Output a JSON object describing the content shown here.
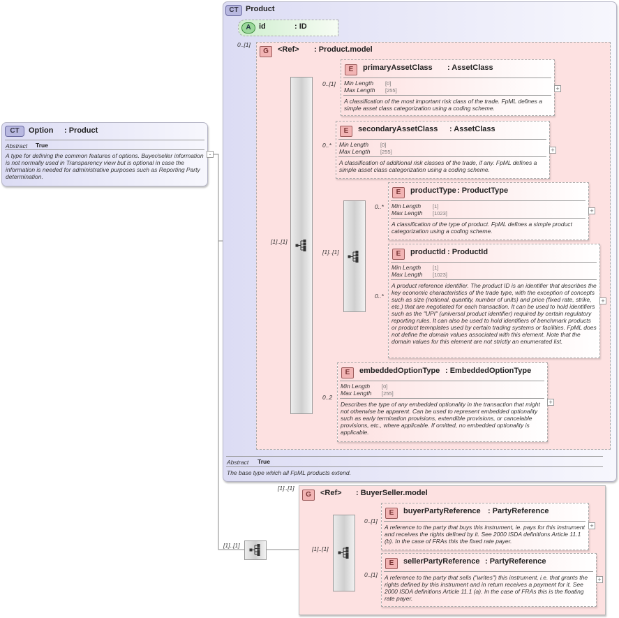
{
  "option": {
    "badge": "CT",
    "name": "Option",
    "type": ": Product",
    "abstract_label": "Abstract",
    "abstract_value": "True",
    "description": "A type for defining the common features of options. Buyer/seller information is not normally used in Transparency view but is optional in case the information is needed for administrative purposes such as Reporting Party determination."
  },
  "product": {
    "badge": "CT",
    "name": "Product",
    "attribute": {
      "badge": "A",
      "name": "id",
      "type": ": ID",
      "occurrence": "0..[1]"
    },
    "group": {
      "badge": "G",
      "ref": "<Ref>",
      "name": ": Product.model"
    },
    "abstract_label": "Abstract",
    "abstract_value": "True",
    "description": "The base type which all FpML products extend."
  },
  "product_model": {
    "seq_occurrence": "[1]..[1]",
    "choice_occurrence": "[1]..[1]",
    "elements": [
      {
        "badge": "E",
        "name": "primaryAssetClass",
        "type": ": AssetClass",
        "occurrence": "0..[1]",
        "facets": [
          {
            "label": "Min Length",
            "value": "[0]"
          },
          {
            "label": "Max Length",
            "value": "[255]"
          }
        ],
        "description": "A classification of the most important risk class of the trade. FpML defines a simple asset class categorization using a coding scheme."
      },
      {
        "badge": "E",
        "name": "secondaryAssetClass",
        "type": ": AssetClass",
        "occurrence": "0..*",
        "facets": [
          {
            "label": "Min Length",
            "value": "[0]"
          },
          {
            "label": "Max Length",
            "value": "[255]"
          }
        ],
        "description": "A classification of additional risk classes of the trade, if any. FpML defines a simple asset class categorization using a coding scheme."
      },
      {
        "badge": "E",
        "name": "productType",
        "type": ": ProductType",
        "occurrence": "0..*",
        "facets": [
          {
            "label": "Min Length",
            "value": "[1]"
          },
          {
            "label": "Max Length",
            "value": "[1023]"
          }
        ],
        "description": "A classification of the type of product. FpML defines a simple product categorization using a coding scheme."
      },
      {
        "badge": "E",
        "name": "productId",
        "type": ": ProductId",
        "occurrence": "0..*",
        "facets": [
          {
            "label": "Min Length",
            "value": "[1]"
          },
          {
            "label": "Max Length",
            "value": "[1023]"
          }
        ],
        "description": "A product reference identifier. The product ID is an identifier that describes the key economic characteristics of the trade type, with the exception of concepts such as size (notional, quantity, number of units) and price (fixed rate, strike, etc.) that are negotiated for each transaction. It can be used to hold identifiers such as the \"UPI\" (universal product identifier) required by certain regulatory reporting rules. It can also be used to hold identifiers of benchmark products or product temnplates used by certain trading systems or facilities. FpML does not define the domain values associated with this element. Note that the domain values for this element are not strictly an enumerated list."
      },
      {
        "badge": "E",
        "name": "embeddedOptionType",
        "type": ": EmbeddedOptionType",
        "occurrence": "0..2",
        "facets": [
          {
            "label": "Min Length",
            "value": "[0]"
          },
          {
            "label": "Max Length",
            "value": "[255]"
          }
        ],
        "description": "Describes the type of any embedded optionality in the transaction that might not otherwise be apparent. Can be used to represent embedded optionality such as early termination provisions, extendible provisions, or cancelable provisions, etc., where applicable. If omitted, no embedded optionality is applicable."
      }
    ]
  },
  "option_sequence": {
    "occurrence": "[1]..[1]"
  },
  "buyer_seller": {
    "group_occurrence": "[1]..[1]",
    "badge": "G",
    "ref": "<Ref>",
    "name": ": BuyerSeller.model",
    "seq_occurrence": "[1]..[1]",
    "elements": [
      {
        "badge": "E",
        "name": "buyerPartyReference",
        "type": ": PartyReference",
        "occurrence": "0..[1]",
        "description": "A reference to the party that buys this instrument, ie. pays for this instrument and receives the rights defined by it. See 2000 ISDA definitions Article 11.1 (b). In the case of FRAs this the fixed rate payer."
      },
      {
        "badge": "E",
        "name": "sellerPartyReference",
        "type": ": PartyReference",
        "occurrence": "0..[1]",
        "description": "A reference to the party that sells (\"writes\") this instrument, i.e. that grants the rights defined by this instrument and in return receives a payment for it. See 2000 ISDA definitions Article 11.1 (a). In the case of FRAs this is the floating rate payer."
      }
    ]
  },
  "colors": {
    "complex_type_bg": "#e4e4f8",
    "group_bg": "#fde1e1",
    "attribute_bg": "#e8f8e0",
    "element_badge": "#f2b4b4"
  }
}
